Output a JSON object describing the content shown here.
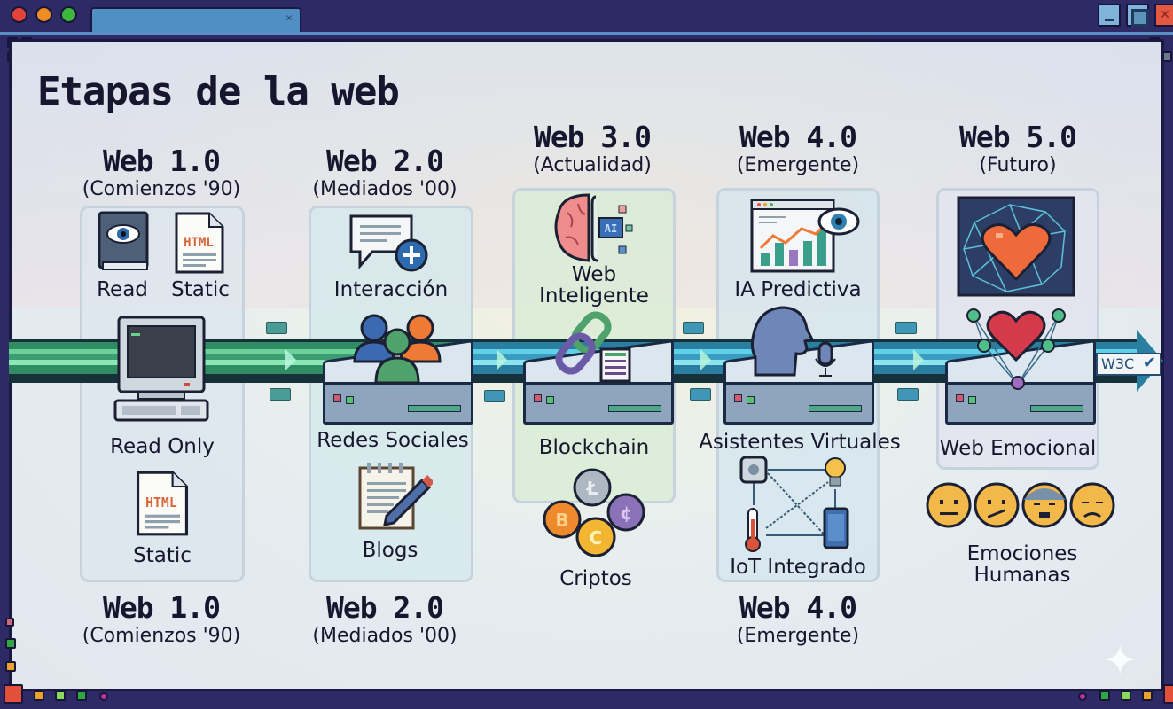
{
  "window": {
    "tab_close_glyph": "✕",
    "close_glyph": "✕"
  },
  "page": {
    "title": "Etapas de la web"
  },
  "stages": [
    {
      "version": "Web 1.0",
      "era": "(Comienzos '90)",
      "items": [
        "Read",
        "Static",
        "Read Only",
        "Static"
      ],
      "icons": [
        "book-eye-icon",
        "html-file-icon",
        "retro-computer-icon",
        "html-file-icon"
      ],
      "doc_label": "HTML"
    },
    {
      "version": "Web 2.0",
      "era": "(Mediados '00)",
      "items": [
        "Interacción",
        "Redes Sociales",
        "Blogs"
      ],
      "icons": [
        "chat-bubble-plus-icon",
        "people-group-icon",
        "notepad-pencil-icon"
      ]
    },
    {
      "version": "Web 3.0",
      "era": "(Actualidad)",
      "items": [
        "Web Inteligente",
        "Blockchain",
        "Criptos"
      ],
      "items_lines": [
        "Web",
        "Inteligente"
      ],
      "icons": [
        "brain-ai-icon",
        "chain-link-icon",
        "crypto-coins-icon"
      ],
      "ai_label": "AI"
    },
    {
      "version": "Web 4.0",
      "era": "(Emergente)",
      "items": [
        "IA Predictiva",
        "Asistentes Virtuales",
        "IoT Integrado"
      ],
      "icons": [
        "chart-eye-icon",
        "voice-assistant-icon",
        "iot-network-icon"
      ]
    },
    {
      "version": "Web 5.0",
      "era": "(Futuro)",
      "items": [
        "Web Emocional",
        "Emociones Humanas"
      ],
      "items_lines": [
        "Emociones",
        "Humanas"
      ],
      "icons": [
        "heart-network-icon",
        "emotion-faces-icon"
      ]
    }
  ],
  "footer_stages": [
    {
      "version": "Web 1.0",
      "era": "(Comienzos '90)"
    },
    {
      "version": "Web 2.0",
      "era": "(Mediados '00)"
    },
    {
      "version": "Web 4.0",
      "era": "(Emergente)"
    }
  ],
  "timeline": {
    "badge": "W3C",
    "badge_check": "✔"
  },
  "colors": {
    "frame": "#2d2a66",
    "pipe_green": "#2f8c63",
    "pipe_blue": "#2a7fa0",
    "heart": "#ef6a3a",
    "text": "#17162f"
  }
}
